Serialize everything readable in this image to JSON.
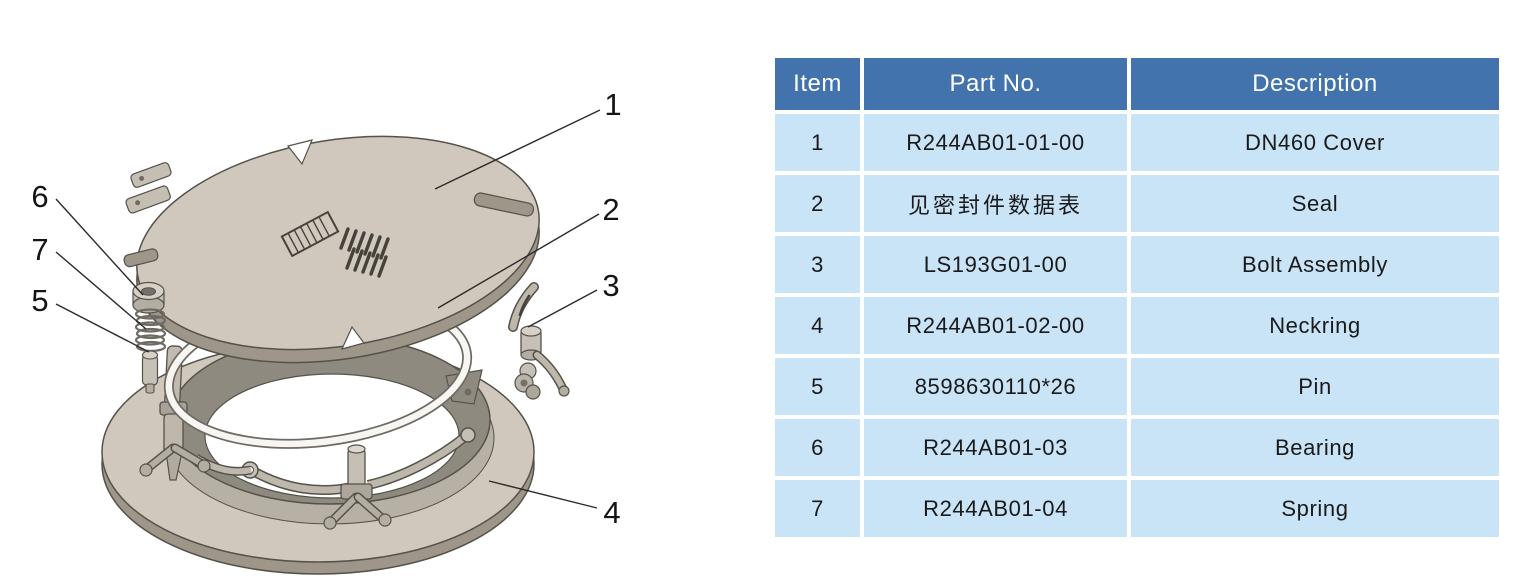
{
  "diagram": {
    "type": "exploded-assembly-drawing",
    "callouts": [
      {
        "number": "1"
      },
      {
        "number": "2"
      },
      {
        "number": "3"
      },
      {
        "number": "4"
      },
      {
        "number": "5"
      },
      {
        "number": "6"
      },
      {
        "number": "7"
      }
    ]
  },
  "parts_table": {
    "columns": {
      "item": "Item",
      "part_no": "Part No.",
      "description": "Description"
    },
    "rows": [
      {
        "item": "1",
        "part_no": "R244AB01-01-00",
        "description": "DN460 Cover"
      },
      {
        "item": "2",
        "part_no": "见密封件数据表",
        "description": "Seal"
      },
      {
        "item": "3",
        "part_no": "LS193G01-00",
        "description": "Bolt Assembly"
      },
      {
        "item": "4",
        "part_no": "R244AB01-02-00",
        "description": "Neckring"
      },
      {
        "item": "5",
        "part_no": "8598630110*26",
        "description": "Pin"
      },
      {
        "item": "6",
        "part_no": "R244AB01-03",
        "description": "Bearing"
      },
      {
        "item": "7",
        "part_no": "R244AB01-04",
        "description": "Spring"
      }
    ]
  },
  "colors": {
    "table_header_bg": "#4273ad",
    "table_row_bg": "#c9e3f7",
    "table_header_text": "#ffffff",
    "table_cell_text": "#1a1a1a",
    "metal_light": "#d0c8bd",
    "metal_mid": "#b3ada2",
    "metal_dark": "#9e9689",
    "outline": "#55524b"
  }
}
